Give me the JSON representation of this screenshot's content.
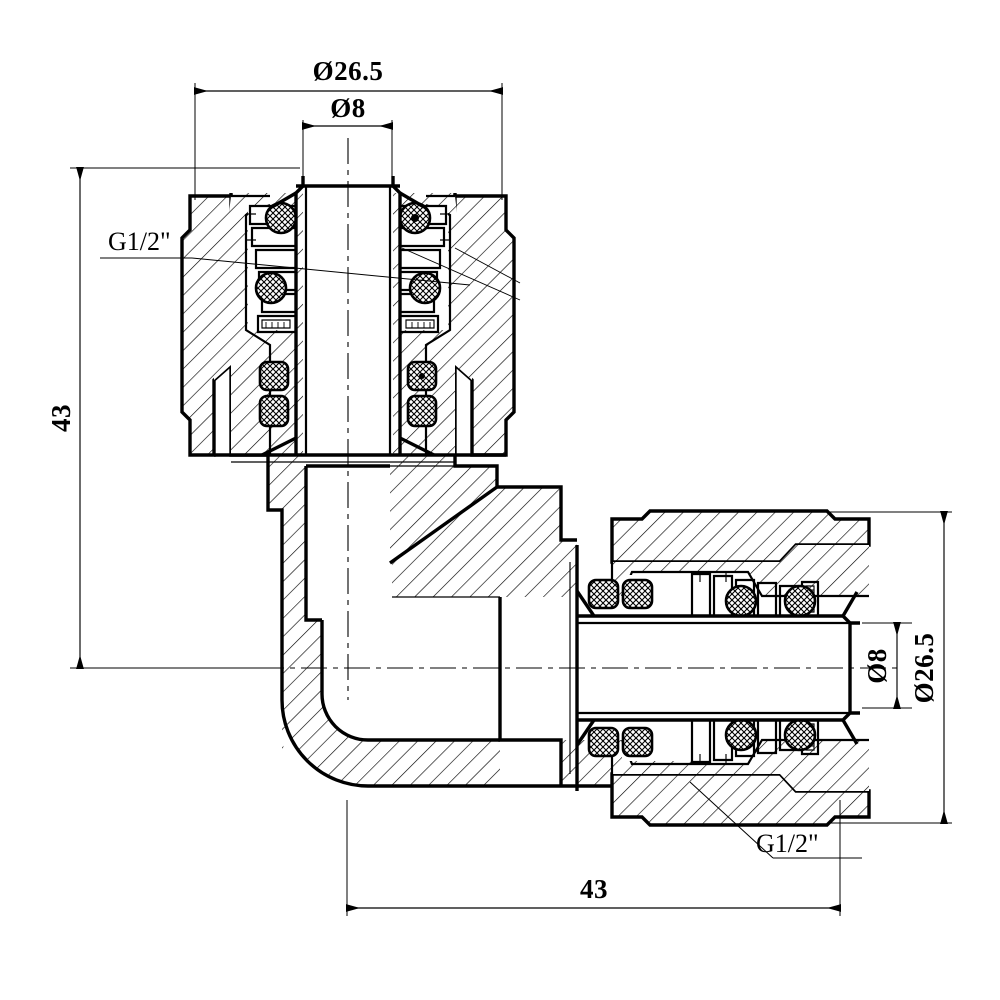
{
  "drawing": {
    "title": "90 Degree Elbow Push-Fit Pipe Fitting — Sectional View",
    "type": "engineering-cross-section",
    "background_color": "#ffffff",
    "line_color": "#000000"
  },
  "dimensions": {
    "top_outer_diameter": {
      "label": "Ø26.5",
      "value": 26.5,
      "symbol": "Ø",
      "unit": "mm",
      "orientation": "horizontal",
      "position": "top"
    },
    "top_bore_diameter": {
      "label": "Ø8",
      "value": 8,
      "symbol": "Ø",
      "unit": "mm",
      "orientation": "horizontal",
      "position": "top-inner"
    },
    "left_height": {
      "label": "43",
      "value": 43,
      "unit": "mm",
      "orientation": "vertical",
      "position": "left"
    },
    "bottom_length": {
      "label": "43",
      "value": 43,
      "unit": "mm",
      "orientation": "horizontal",
      "position": "bottom"
    },
    "right_outer_diameter": {
      "label": "Ø26.5",
      "value": 26.5,
      "symbol": "Ø",
      "unit": "mm",
      "orientation": "vertical",
      "position": "right"
    },
    "right_bore_diameter": {
      "label": "Ø8",
      "value": 8,
      "symbol": "Ø",
      "unit": "mm",
      "orientation": "vertical",
      "position": "right-inner"
    }
  },
  "annotations": {
    "thread_top": {
      "label": "G1/2\"",
      "thread_standard": "G",
      "thread_size": "1/2",
      "position": "upper-left",
      "leader_target": "upper fitting body thread"
    },
    "thread_bottom": {
      "label": "G1/2\"",
      "thread_standard": "G",
      "thread_size": "1/2",
      "position": "lower-right",
      "leader_target": "right fitting body thread"
    }
  },
  "components": {
    "body": "90-degree elbow cast body, section-hatched",
    "upper_port": "push-fit connector with grab ring and O-ring seals",
    "right_port": "push-fit connector with grab ring and O-ring seals",
    "seals": "rubber O-rings, cross-hatched circular section",
    "grab_ring": "toothed stainless grab ring"
  }
}
